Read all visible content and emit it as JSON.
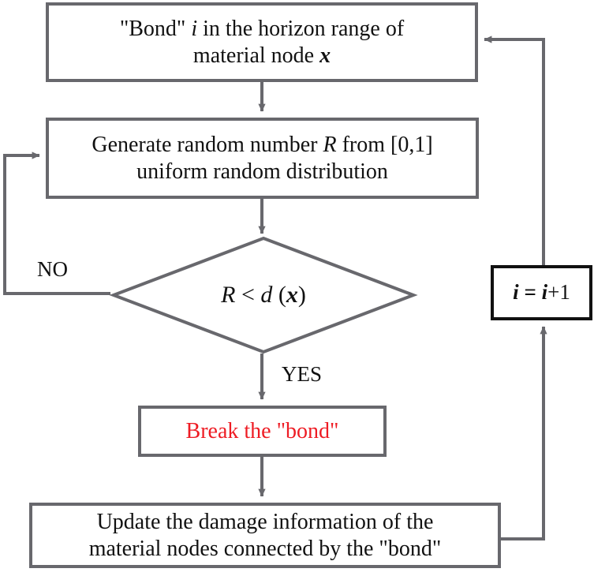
{
  "diagram": {
    "title": "Bond breaking random-damage flowchart",
    "type": "flowchart",
    "colors": {
      "line": "#68686d",
      "node_border": "#68686d",
      "node_border_emphasis": "#111111",
      "text": "#111111",
      "accent_red": "#ee1c24",
      "background": "#ffffff"
    },
    "nodes": {
      "bond": {
        "shape": "process",
        "line1_a": "\"Bond\" ",
        "line1_i": "i",
        "line1_b": " in the horizon range of",
        "line2_a": "material node ",
        "line2_x": "x"
      },
      "random": {
        "shape": "process",
        "line1_a": "Generate random number ",
        "line1_R": "R",
        "line1_b": " from [0,1]",
        "line2": "uniform random distribution"
      },
      "decision": {
        "shape": "diamond",
        "R": "R",
        "op": " < ",
        "d": "d",
        "paren_open": " (",
        "x": "x",
        "paren_close": ")"
      },
      "break": {
        "shape": "process",
        "label": "Break the \"bond\"",
        "color": "#ee1c24"
      },
      "update": {
        "shape": "process",
        "line1": "Update the damage information of the",
        "line2": "material nodes connected by the \"bond\""
      },
      "increment": {
        "shape": "process",
        "i1": "i",
        "eq": " = ",
        "i2": "i",
        "plus": "+1"
      }
    },
    "edge_labels": {
      "no": "NO",
      "yes": "YES"
    }
  }
}
